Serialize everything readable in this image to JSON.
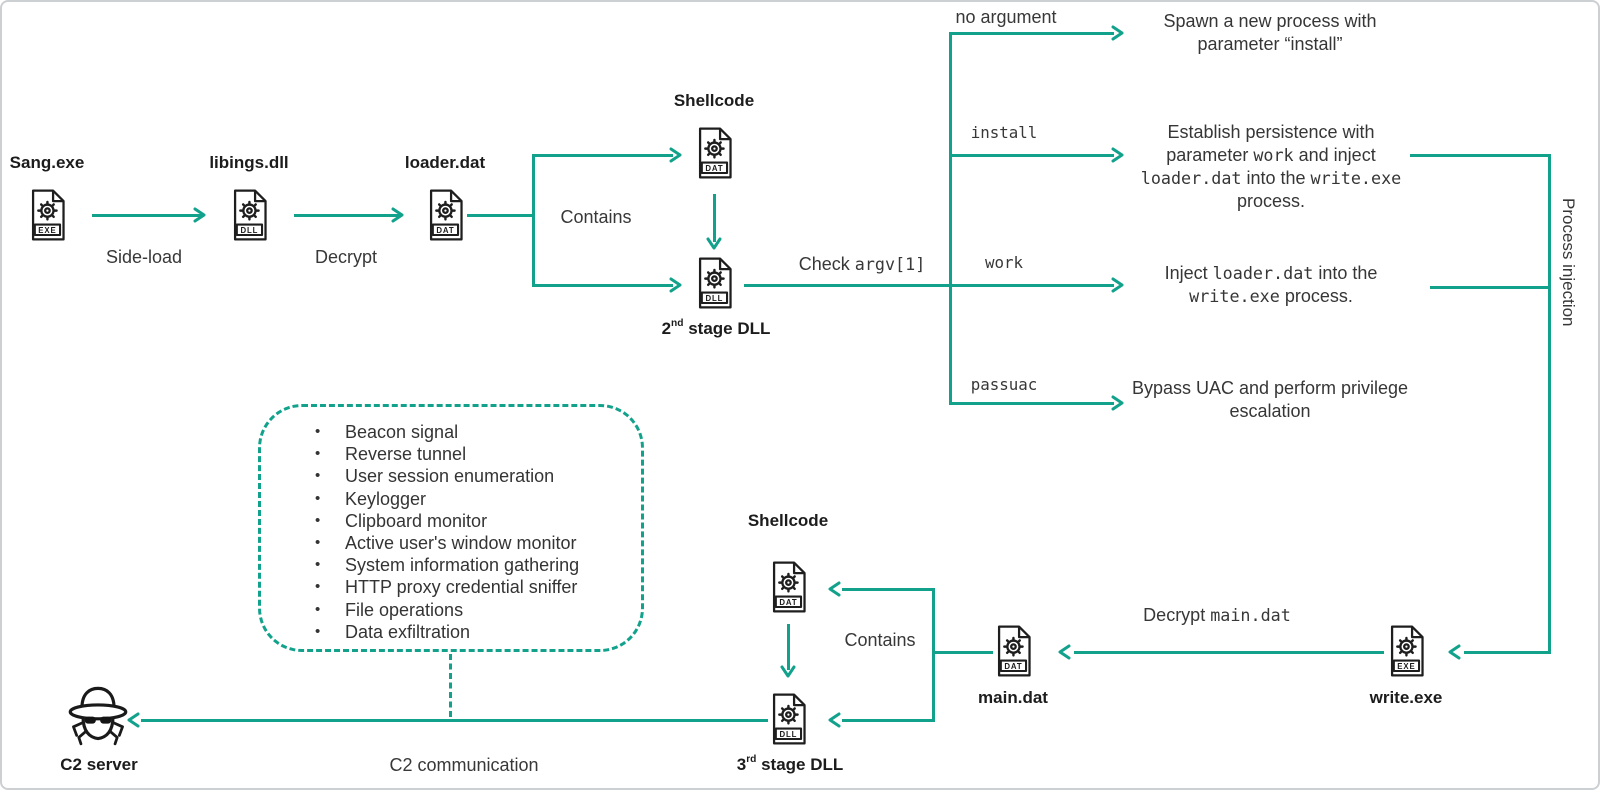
{
  "accent_color": "#12a28c",
  "text_color": "#363636",
  "nodes": {
    "sang": {
      "name": "Sang.exe",
      "type": "EXE"
    },
    "libings": {
      "name": "libings.dll",
      "type": "DLL"
    },
    "loader": {
      "name": "loader.dat",
      "type": "DAT"
    },
    "shellcode1": {
      "name": "Shellcode",
      "type": "DAT"
    },
    "stage2": {
      "name_rich": [
        {
          "t": "2"
        },
        {
          "t": "nd",
          "sup": true
        },
        {
          "t": " stage DLL"
        }
      ],
      "type": "DLL"
    },
    "write": {
      "name": "write.exe",
      "type": "EXE"
    },
    "main": {
      "name": "main.dat",
      "type": "DAT"
    },
    "shellcode2": {
      "name": "Shellcode",
      "type": "DAT"
    },
    "stage3": {
      "name_rich": [
        {
          "t": "3"
        },
        {
          "t": "rd",
          "sup": true
        },
        {
          "t": " stage DLL"
        }
      ],
      "type": "DLL"
    },
    "c2": {
      "name": "C2 server"
    }
  },
  "edges": {
    "side_load": "Side-load",
    "decrypt": "Decrypt",
    "contains_top": "Contains",
    "check_argv": [
      {
        "t": "Check "
      },
      {
        "t": "argv[1]",
        "mono": true
      }
    ],
    "process_injection": "Process injection",
    "decrypt_main": [
      {
        "t": "Decrypt "
      },
      {
        "t": "main.dat",
        "mono": true
      }
    ],
    "contains_bottom": "Contains",
    "c2_communication": "C2 communication"
  },
  "branches": [
    {
      "label": [
        {
          "t": "no argument"
        }
      ],
      "desc": [
        {
          "t": "Spawn a new process with parameter “install”"
        }
      ]
    },
    {
      "label": [
        {
          "t": "install",
          "mono": true
        }
      ],
      "desc": [
        {
          "t": "Establish persistence with parameter "
        },
        {
          "t": "work",
          "mono": true
        },
        {
          "t": " and inject "
        },
        {
          "t": "loader.dat",
          "mono": true
        },
        {
          "t": " into the "
        },
        {
          "t": "write.exe",
          "mono": true
        },
        {
          "t": " process."
        }
      ]
    },
    {
      "label": [
        {
          "t": "work",
          "mono": true
        }
      ],
      "desc": [
        {
          "t": "Inject "
        },
        {
          "t": "loader.dat",
          "mono": true
        },
        {
          "t": " into the "
        },
        {
          "t": "write.exe",
          "mono": true
        },
        {
          "t": " process."
        }
      ]
    },
    {
      "label": [
        {
          "t": "passuac",
          "mono": true
        }
      ],
      "desc": [
        {
          "t": "Bypass UAC and perform privilege escalation"
        }
      ]
    }
  ],
  "capabilities": [
    "Beacon signal",
    "Reverse tunnel",
    "User session enumeration",
    "Keylogger",
    "Clipboard monitor",
    "Active user's window monitor",
    "System information gathering",
    "HTTP proxy credential sniffer",
    "File operations",
    "Data exfiltration"
  ]
}
